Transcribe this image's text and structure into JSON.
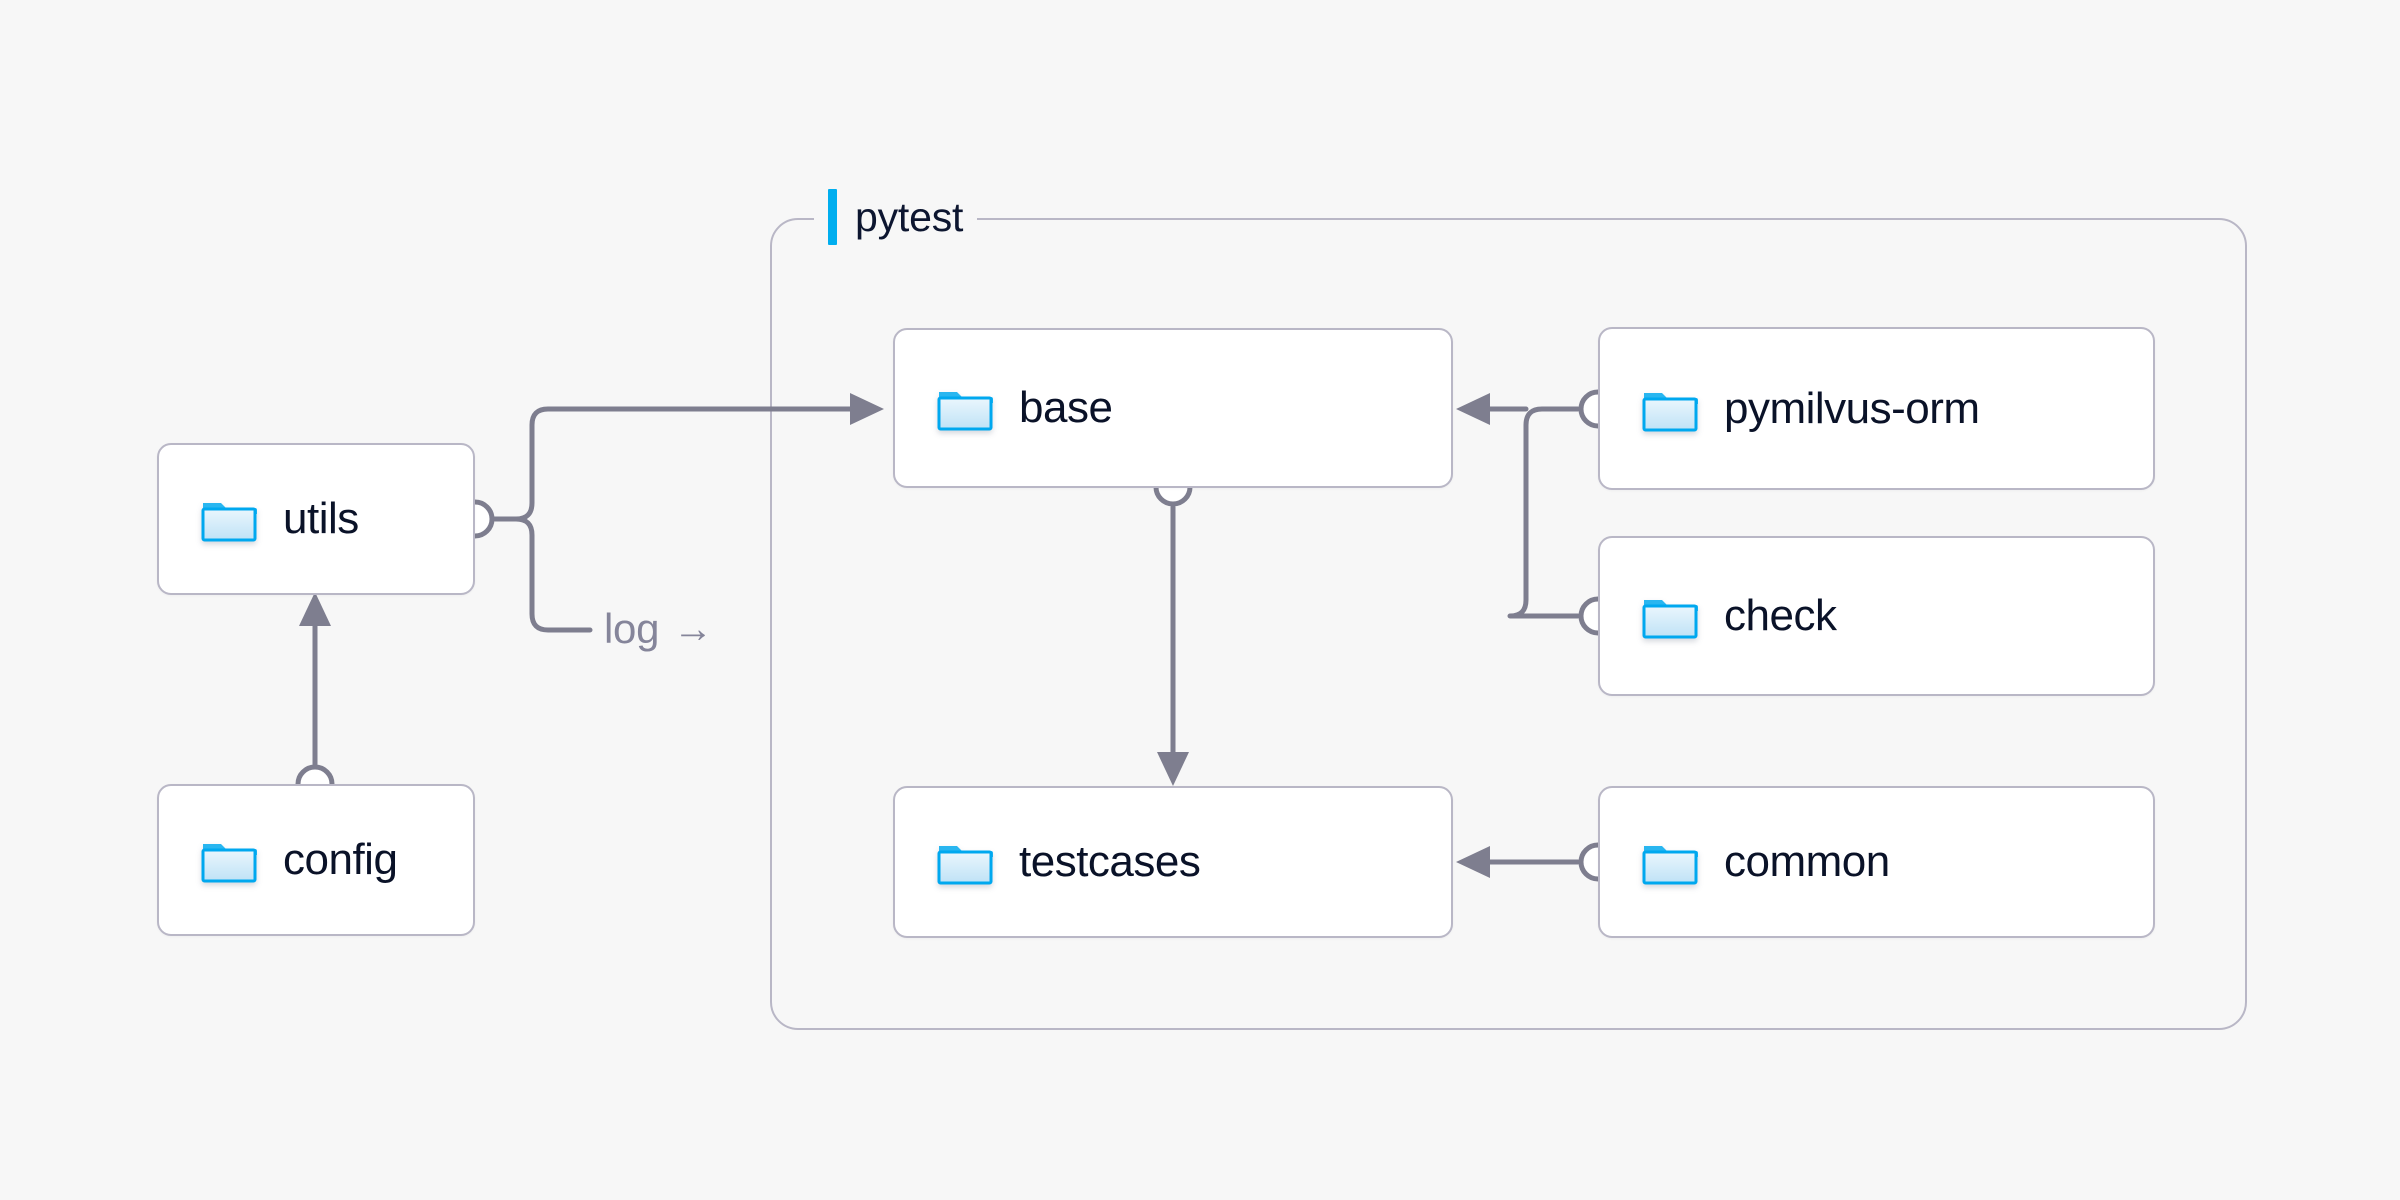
{
  "diagram": {
    "background_color": "#f7f7f7",
    "accent_color": "#00aeef",
    "node_border_color": "#b9b7c6",
    "edge_color": "#7e7e8f",
    "text_color": "#0a1228",
    "group": {
      "label": "pytest",
      "marker_color": "#00aeef"
    },
    "nodes": [
      {
        "id": "utils",
        "label": "utils",
        "icon": "folder-icon"
      },
      {
        "id": "config",
        "label": "config",
        "icon": "folder-icon"
      },
      {
        "id": "base",
        "label": "base",
        "icon": "folder-icon"
      },
      {
        "id": "testcases",
        "label": "testcases",
        "icon": "folder-icon"
      },
      {
        "id": "pymilvus-orm",
        "label": "pymilvus-orm",
        "icon": "folder-icon"
      },
      {
        "id": "check",
        "label": "check",
        "icon": "folder-icon"
      },
      {
        "id": "common",
        "label": "common",
        "icon": "folder-icon"
      }
    ],
    "edge_labels": [
      {
        "id": "log",
        "text": "log",
        "arrow": "→"
      }
    ]
  }
}
